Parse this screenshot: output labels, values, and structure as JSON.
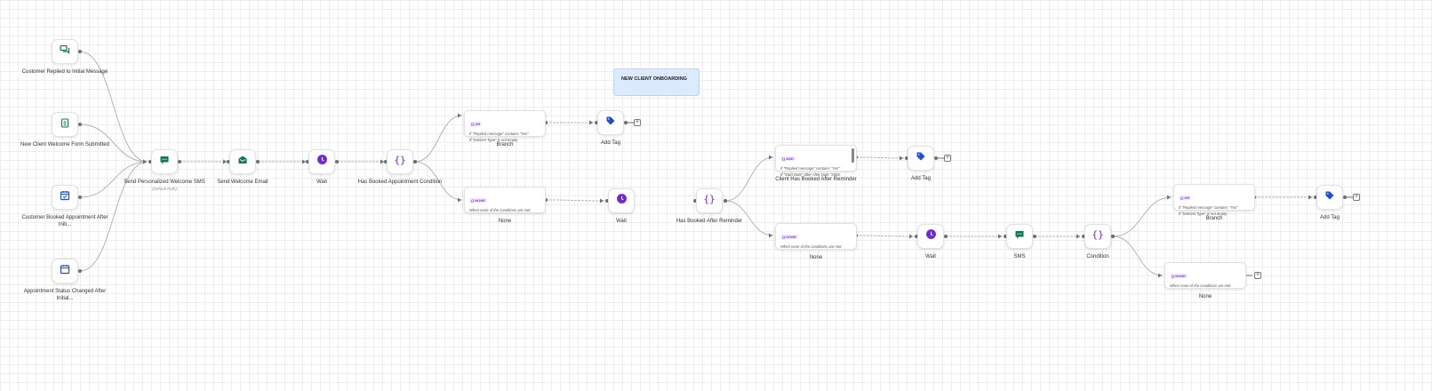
{
  "note": "NEW CLIENT ONBOARDING",
  "triggers": [
    {
      "label": "Customer Replied to Initial Message",
      "icon": "chat-bubbles-icon",
      "color": "#0f7a55"
    },
    {
      "label": "New Client Welcome Form Submitted",
      "icon": "clipboard-icon",
      "color": "#0f7a55"
    },
    {
      "label": "Customer Booked Appointment After Initi...",
      "icon": "calendar-check-icon",
      "color": "#1d4ed8"
    },
    {
      "label": "Appointment Status Changed After Initial...",
      "icon": "calendar-icon",
      "color": "#1d4ed8"
    }
  ],
  "actions": {
    "sms1": {
      "label": "Send Personalized Welcome SMS",
      "sub": "(Default Path)",
      "icon": "sms-icon"
    },
    "email": {
      "label": "Send Welcome Email",
      "icon": "email-icon"
    },
    "wait1": {
      "label": "Wait",
      "icon": "clock-icon"
    },
    "cond1": {
      "label": "Has Booked Appointment Condition",
      "icon": "braces-icon"
    },
    "tag1": {
      "label": "Add Tag",
      "icon": "tag-icon"
    },
    "wait2": {
      "label": "Wait",
      "icon": "clock-icon"
    },
    "cond2": {
      "label": "Has Booked After Reminder",
      "icon": "braces-icon"
    },
    "tag2": {
      "label": "Add Tag",
      "icon": "tag-icon"
    },
    "wait3": {
      "label": "Wait",
      "icon": "clock-icon"
    },
    "sms2": {
      "label": "SMS",
      "icon": "sms-icon"
    },
    "cond3": {
      "label": "Condition",
      "icon": "braces-icon"
    },
    "tag3": {
      "label": "Add Tag",
      "icon": "tag-icon"
    }
  },
  "branches": {
    "b1": {
      "tag": "{} OR",
      "lines": [
        "If \"Replied message\" contains \"Yes\"",
        "If \"Interest Type\" is not empty"
      ],
      "label": "Branch"
    },
    "n1": {
      "tag": "{} NONE",
      "lines": [
        "When none of the conditions are met"
      ],
      "label": "None"
    },
    "b2": {
      "tag": "{} AND",
      "lines": [
        "If \"Replied message\" contains \"Yes\"",
        "If \"Start Date\" after After Date \"2026-"
      ],
      "label": "Client Has Booked After Reminder"
    },
    "n2": {
      "tag": "{} NONE",
      "lines": [
        "When none of the conditions are met"
      ],
      "label": "None"
    },
    "b3": {
      "tag": "{} OR",
      "lines": [
        "If \"Replied message\" contains \"Yes\"",
        "If \"Interest Type\" is not empty"
      ],
      "label": "Branch"
    },
    "n3": {
      "tag": "{} NONE",
      "lines": [
        "When none of the conditions are met"
      ],
      "label": "None"
    }
  },
  "plus": "+",
  "colors": {
    "green": "#0f7a55",
    "purple": "#6d28d9",
    "blue": "#1d4ed8",
    "edge": "#b5b5b5",
    "dot": "#6b7280"
  }
}
